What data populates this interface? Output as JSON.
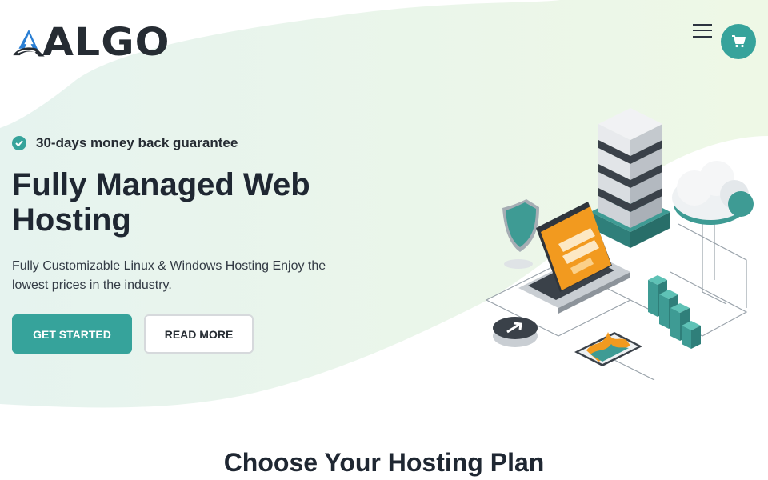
{
  "header": {
    "logo_text": "ALGO",
    "menu_icon": "hamburger-icon",
    "cart_icon": "cart-icon"
  },
  "hero": {
    "badge_icon": "check-circle-icon",
    "badge_text": "30-days money back guarantee",
    "title": "Fully Managed Web Hosting",
    "description": "Fully Customizable Linux & Windows Hosting Enjoy the lowest prices in the industry.",
    "primary_button": "GET STARTED",
    "secondary_button": "READ MORE"
  },
  "plans": {
    "title": "Choose Your Hosting Plan"
  },
  "colors": {
    "accent": "#36a39b",
    "text_dark": "#1f2732",
    "background_tint": "#eef8ee"
  }
}
